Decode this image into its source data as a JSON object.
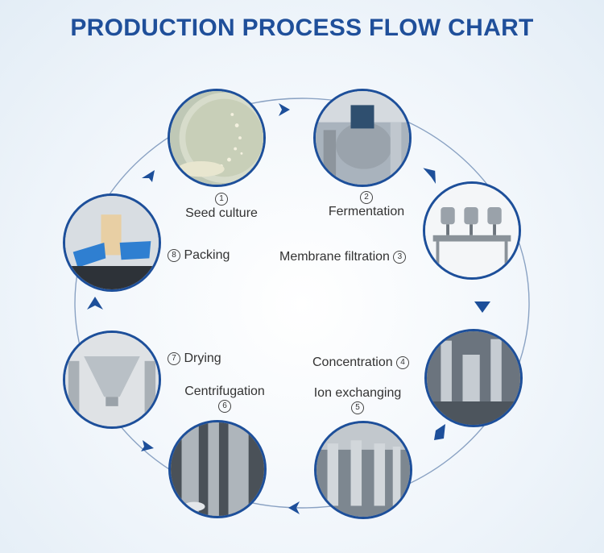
{
  "title": "PRODUCTION PROCESS FLOW CHART",
  "steps": [
    {
      "num": "1",
      "label": "Seed culture"
    },
    {
      "num": "2",
      "label": "Fermentation"
    },
    {
      "num": "3",
      "label": "Membrane filtration"
    },
    {
      "num": "4",
      "label": "Concentration"
    },
    {
      "num": "5",
      "label": "Ion exchanging"
    },
    {
      "num": "6",
      "label": "Centrifugation"
    },
    {
      "num": "7",
      "label": "Drying"
    },
    {
      "num": "8",
      "label": "Packing"
    }
  ],
  "colors": {
    "accent": "#1d4f9a",
    "title": "#1f4f9a",
    "ring": "#8aa2c3"
  },
  "icons": [
    "petri-dish-photo",
    "fermenter-photo",
    "filtration-manifold-photo",
    "evaporator-photo",
    "ion-exchange-columns-photo",
    "centrifuge-columns-photo",
    "cone-dryer-photo",
    "packing-gloves-photo",
    "flow-arrow-icon"
  ]
}
